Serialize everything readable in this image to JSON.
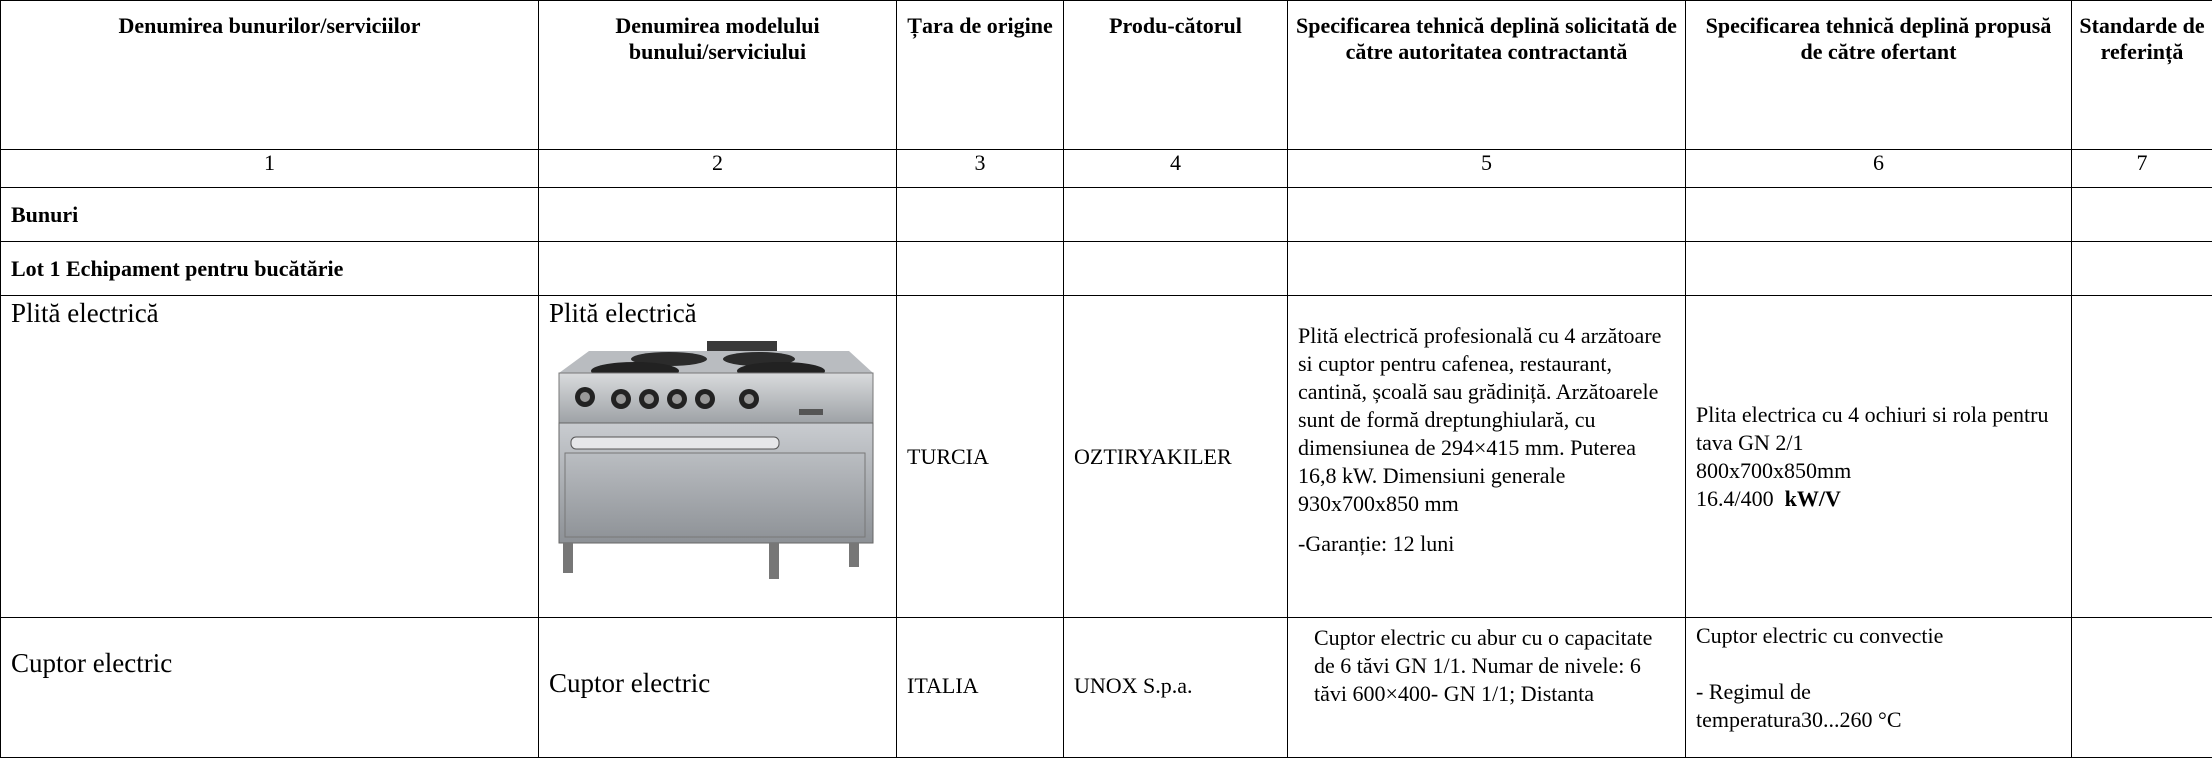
{
  "header": {
    "col1": "Denumirea bunurilor/serviciilor",
    "col2": "Denumirea modelului bunului/serviciului",
    "col3": "Țara de origine",
    "col4": "Produ-cătorul",
    "col5": "Specificarea tehnică deplină solicitată de către autoritatea contractantă",
    "col6": "Specificarea tehnică deplină propusă de către ofertant",
    "col7": "Standarde de referință"
  },
  "numbers": [
    "1",
    "2",
    "3",
    "4",
    "5",
    "6",
    "7"
  ],
  "section_bunuri": "Bunuri",
  "lot1": "Lot 1 Echipament pentru bucătărie",
  "rows": [
    {
      "name": "Plită electrică",
      "model": "Plită electrică",
      "country": "TURCIA",
      "producer": "OZTIRYAKILER",
      "required": "Plită electrică profesională cu 4 arzătoare si cuptor pentru cafenea, restaurant, cantină, școală sau grădiniță. Arzătoarele sunt de formă dreptunghiulară, cu dimensiunea de 294×415 mm. Puterea 16,8 kW. Dimensiuni generale 930x700x850 mm",
      "warranty": "-Garanție: 12 luni",
      "proposed_l1": "Plita electrica cu 4 ochiuri si rola pentru tava GN 2/1",
      "proposed_l2": "800x700x850mm",
      "proposed_l3a": "16.4/400",
      "proposed_l3b": "kW/V",
      "image_label": "Plită electrică",
      "image_alt": "electric range with oven"
    },
    {
      "name": "Cuptor electric",
      "model": "Cuptor electric",
      "country": "ITALIA",
      "producer": "UNOX S.p.a.",
      "required": "Cuptor electric cu abur cu o capacitate de 6 tăvi GN 1/1. Numar de nivele: 6 tăvi 600×400- GN 1/1; Distanta",
      "proposed_l1": "Cuptor electric cu convectie",
      "proposed_l2": "- Regimul de",
      "proposed_l3": "temperatura30...260 °C"
    }
  ]
}
